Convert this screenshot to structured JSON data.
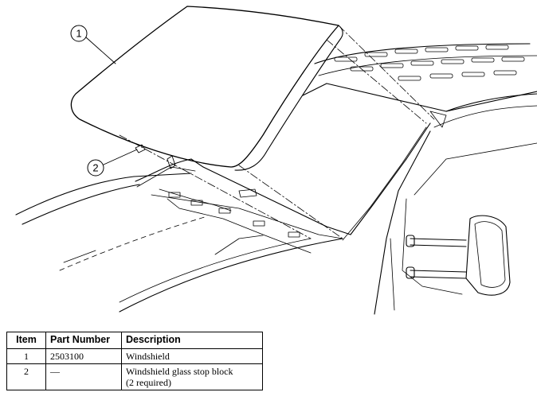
{
  "callouts": [
    {
      "number": "1",
      "target": "windshield"
    },
    {
      "number": "2",
      "target": "windshield-glass-stop-block"
    }
  ],
  "legend": {
    "headers": {
      "item": "Item",
      "part_number": "Part Number",
      "description": "Description"
    },
    "rows": [
      {
        "item": "1",
        "part_number": "2503100",
        "description": "Windshield",
        "description_note": ""
      },
      {
        "item": "2",
        "part_number": "—",
        "description": "Windshield glass stop block",
        "description_note": "(2 required)"
      }
    ]
  }
}
